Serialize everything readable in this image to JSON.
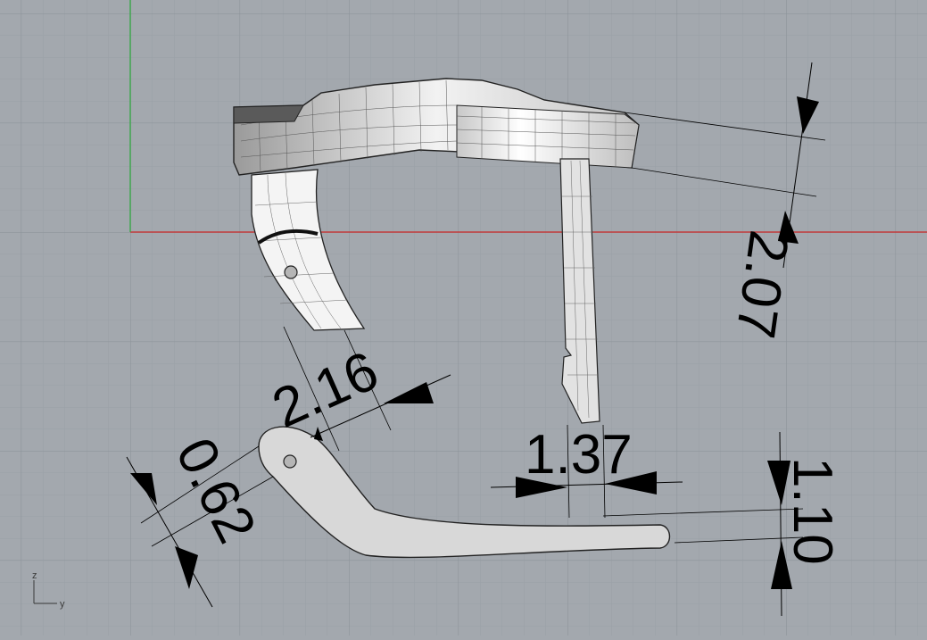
{
  "viewport": {
    "colors": {
      "background": "#a3a8ae",
      "grid_minor": "#99a0a7",
      "grid_major": "#8d949b",
      "axis_x": "#c23a3a",
      "axis_y": "#3aa84a",
      "part_fill": "#d4d4d4",
      "part_stroke": "#222222",
      "dimension": "#000000"
    },
    "axis_gizmo": {
      "z_label": "z",
      "y_label": "y"
    },
    "dimensions": [
      {
        "id": "dim-207",
        "label": "2.07"
      },
      {
        "id": "dim-216",
        "label": "2.16"
      },
      {
        "id": "dim-137",
        "label": "1.37"
      },
      {
        "id": "dim-062",
        "label": "0.62"
      },
      {
        "id": "dim-110",
        "label": "1.10"
      }
    ]
  }
}
